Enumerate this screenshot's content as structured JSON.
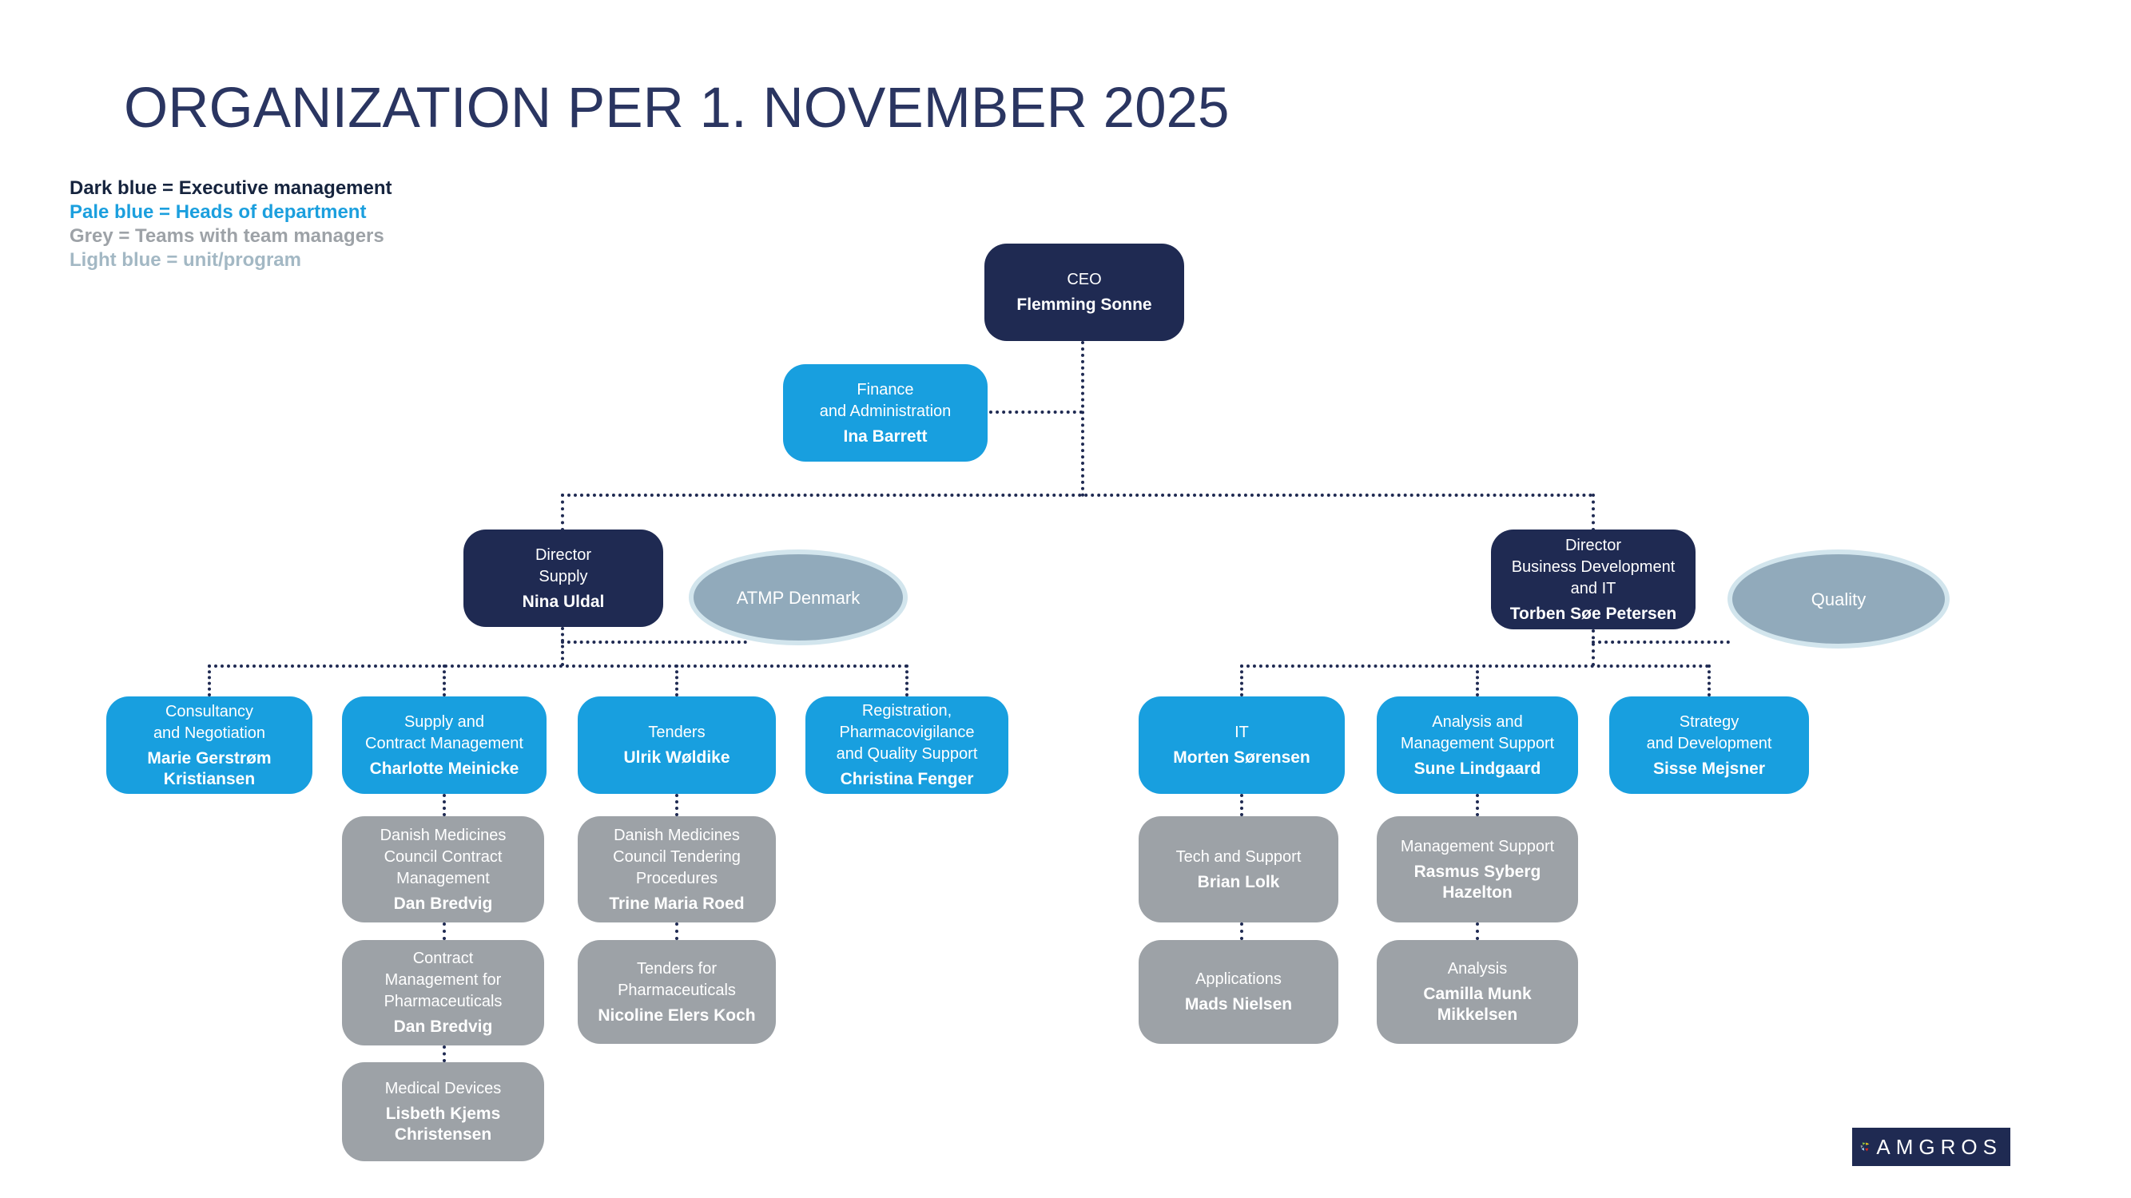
{
  "title": "ORGANIZATION PER 1. NOVEMBER 2025",
  "legend": [
    {
      "label": "Dark blue = Executive management",
      "color": "#16243E"
    },
    {
      "label": "Pale blue = Heads of department",
      "color": "#1B9FDE"
    },
    {
      "label": "Grey = Teams with team managers",
      "color": "#9DA2A7"
    },
    {
      "label": "Light blue = unit/program",
      "color": "#A3B8C4"
    }
  ],
  "colors": {
    "executive_box": "#1F2A52",
    "department_box": "#189FDF",
    "team_box": "#9DA2A7",
    "unit_ellipse_fill": "#91AABB",
    "unit_ellipse_border": "#D2E5ED",
    "connector": "#1F2A52",
    "title_text": "#2A3561"
  },
  "nodes": {
    "ceo": {
      "dept": "CEO",
      "name": "Flemming Sonne"
    },
    "finance": {
      "dept": "Finance\nand Administration",
      "name": "Ina Barrett"
    },
    "supply_director": {
      "dept": "Director\nSupply",
      "name": "Nina Uldal"
    },
    "bdit_director": {
      "dept": "Director\nBusiness Development\nand IT",
      "name": "Torben Søe Petersen"
    },
    "atmp": {
      "label": "ATMP Denmark"
    },
    "quality": {
      "label": "Quality"
    },
    "consultancy": {
      "dept": "Consultancy\nand Negotiation",
      "name": "Marie Gerstrøm\nKristiansen"
    },
    "supply_cm": {
      "dept": "Supply and\nContract Management",
      "name": "Charlotte Meinicke"
    },
    "tenders": {
      "dept": "Tenders",
      "name": "Ulrik Wøldike"
    },
    "registration": {
      "dept": "Registration,\nPharmacovigilance\nand Quality Support",
      "name": "Christina Fenger"
    },
    "it": {
      "dept": "IT",
      "name": "Morten Sørensen"
    },
    "analysis_ms": {
      "dept": "Analysis and\nManagement Support",
      "name": "Sune Lindgaard"
    },
    "strategy": {
      "dept": "Strategy\nand Development",
      "name": "Sisse Mejsner"
    },
    "dmc_contract": {
      "dept": "Danish Medicines\nCouncil Contract\nManagement",
      "name": "Dan Bredvig"
    },
    "contract_pharma": {
      "dept": "Contract\nManagement for\nPharmaceuticals",
      "name": "Dan Bredvig"
    },
    "medical_devices": {
      "dept": "Medical Devices",
      "name": "Lisbeth Kjems Christensen"
    },
    "dmc_tendering": {
      "dept": "Danish Medicines\nCouncil Tendering\nProcedures",
      "name": "Trine Maria Roed"
    },
    "tenders_pharma": {
      "dept": "Tenders for\nPharmaceuticals",
      "name": "Nicoline Elers Koch"
    },
    "tech_support": {
      "dept": "Tech and Support",
      "name": "Brian Lolk"
    },
    "applications": {
      "dept": "Applications",
      "name": "Mads Nielsen"
    },
    "mgmt_support": {
      "dept": "Management Support",
      "name": "Rasmus Syberg Hazelton"
    },
    "analysis": {
      "dept": "Analysis",
      "name": "Camilla Munk\nMikkelsen"
    }
  },
  "logo": {
    "text": "AMGROS"
  }
}
